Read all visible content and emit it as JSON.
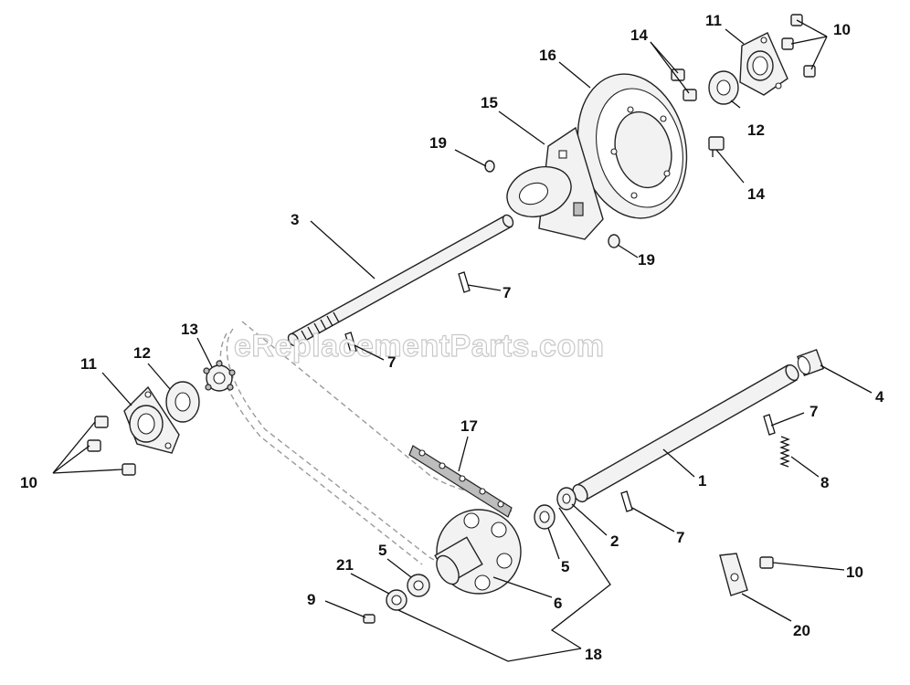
{
  "watermark": "eReplacementParts.com",
  "callouts": [
    {
      "id": "c10-top",
      "label": "10"
    },
    {
      "id": "c14-top",
      "label": "14"
    },
    {
      "id": "c11-top",
      "label": "11"
    },
    {
      "id": "c16",
      "label": "16"
    },
    {
      "id": "c15",
      "label": "15"
    },
    {
      "id": "c12-top",
      "label": "12"
    },
    {
      "id": "c19-top",
      "label": "19"
    },
    {
      "id": "c14-bot",
      "label": "14"
    },
    {
      "id": "c3",
      "label": "3"
    },
    {
      "id": "c19-bot",
      "label": "19"
    },
    {
      "id": "c7-a",
      "label": "7"
    },
    {
      "id": "c13",
      "label": "13"
    },
    {
      "id": "c12-left",
      "label": "12"
    },
    {
      "id": "c11-left",
      "label": "11"
    },
    {
      "id": "c7-b",
      "label": "7"
    },
    {
      "id": "c4",
      "label": "4"
    },
    {
      "id": "c7-c",
      "label": "7"
    },
    {
      "id": "c17",
      "label": "17"
    },
    {
      "id": "c10-left",
      "label": "10"
    },
    {
      "id": "c1",
      "label": "1"
    },
    {
      "id": "c8",
      "label": "8"
    },
    {
      "id": "c2",
      "label": "2"
    },
    {
      "id": "c7-d",
      "label": "7"
    },
    {
      "id": "c5-right",
      "label": "5"
    },
    {
      "id": "c5-left",
      "label": "5"
    },
    {
      "id": "c21",
      "label": "21"
    },
    {
      "id": "c9",
      "label": "9"
    },
    {
      "id": "c6",
      "label": "6"
    },
    {
      "id": "c10-right",
      "label": "10"
    },
    {
      "id": "c20",
      "label": "20"
    },
    {
      "id": "c18",
      "label": "18"
    }
  ]
}
